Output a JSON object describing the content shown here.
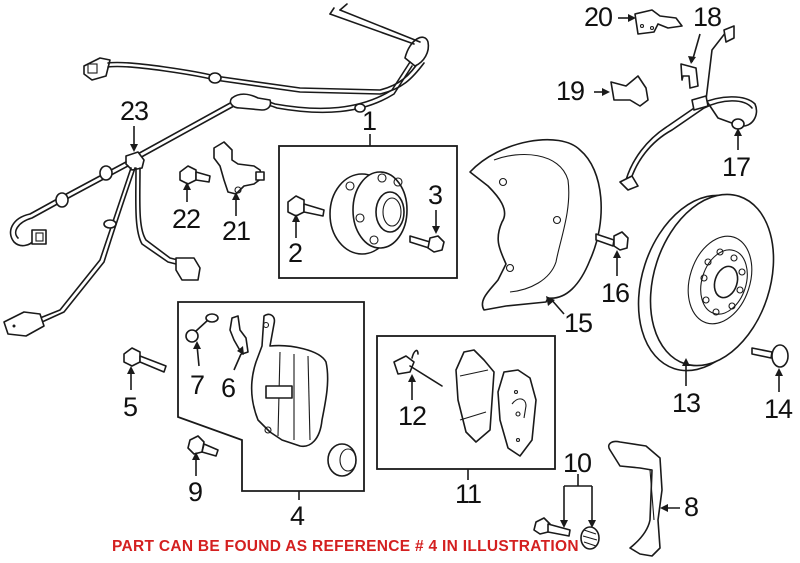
{
  "diagram": {
    "title": "Front brake assembly exploded parts diagram",
    "callouts": [
      {
        "id": "1",
        "label": "1",
        "part": "hub-and-bearing"
      },
      {
        "id": "2",
        "label": "2",
        "part": "hub-bolt"
      },
      {
        "id": "3",
        "label": "3",
        "part": "hub-bolt"
      },
      {
        "id": "4",
        "label": "4",
        "part": "caliper-assembly"
      },
      {
        "id": "5",
        "label": "5",
        "part": "caliper-bolt"
      },
      {
        "id": "6",
        "label": "6",
        "part": "bleeder-screw"
      },
      {
        "id": "7",
        "label": "7",
        "part": "bleeder-cap"
      },
      {
        "id": "8",
        "label": "8",
        "part": "caliper-bracket"
      },
      {
        "id": "9",
        "label": "9",
        "part": "caliper-bolt"
      },
      {
        "id": "10",
        "label": "10",
        "part": "guide-pin-and-boot"
      },
      {
        "id": "11",
        "label": "11",
        "part": "brake-pad-set"
      },
      {
        "id": "12",
        "label": "12",
        "part": "wear-sensor"
      },
      {
        "id": "13",
        "label": "13",
        "part": "brake-rotor"
      },
      {
        "id": "14",
        "label": "14",
        "part": "rotor-screw"
      },
      {
        "id": "15",
        "label": "15",
        "part": "splash-shield"
      },
      {
        "id": "16",
        "label": "16",
        "part": "shield-bolt"
      },
      {
        "id": "17",
        "label": "17",
        "part": "brake-hose"
      },
      {
        "id": "18",
        "label": "18",
        "part": "hose-clip"
      },
      {
        "id": "19",
        "label": "19",
        "part": "hose-bracket"
      },
      {
        "id": "20",
        "label": "20",
        "part": "hose-bracket"
      },
      {
        "id": "21",
        "label": "21",
        "part": "abs-sensor"
      },
      {
        "id": "22",
        "label": "22",
        "part": "sensor-bolt"
      },
      {
        "id": "23",
        "label": "23",
        "part": "abs-wire-harness"
      }
    ],
    "notice": "PART CAN BE FOUND AS REFERENCE # 4 IN ILLUSTRATION",
    "notice_color": "#d42020",
    "highlight_reference": "4"
  }
}
